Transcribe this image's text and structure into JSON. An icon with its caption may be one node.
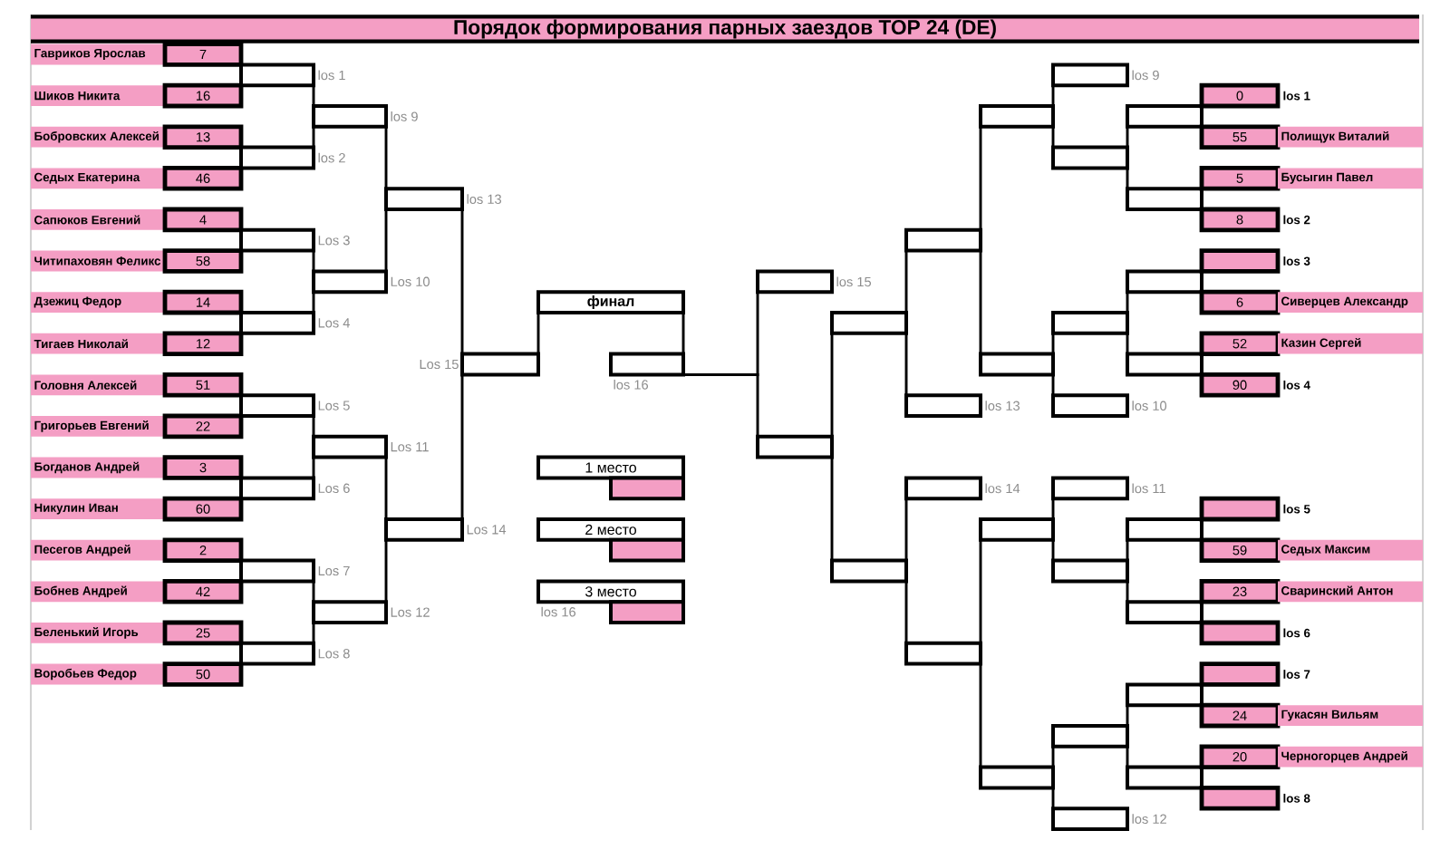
{
  "diagram": {
    "title": "Порядок формирования парных заездов TOP 24 (DE)",
    "nodes": [
      {
        "text": [
          "Гавриков Ярослав"
        ]
      },
      {
        "text": [
          "7"
        ]
      },
      {
        "text": [
          "Шиков Никита"
        ]
      },
      {
        "text": [
          "16"
        ]
      },
      {
        "text": [
          "Бобровских Алексей"
        ]
      },
      {
        "text": [
          "13"
        ]
      },
      {
        "text": [
          "Седых Екатерина"
        ]
      },
      {
        "text": [
          "46"
        ]
      },
      {
        "text": [
          "Сапюков Евгений"
        ]
      },
      {
        "text": [
          "4"
        ]
      },
      {
        "text": [
          "Читипаховян Феликс"
        ]
      },
      {
        "text": [
          "58"
        ]
      },
      {
        "text": [
          "Дзежиц Федор"
        ]
      },
      {
        "text": [
          "14"
        ]
      },
      {
        "text": [
          "Тигаев Николай"
        ]
      },
      {
        "text": [
          "12"
        ]
      },
      {
        "text": [
          "Головня Алексей"
        ]
      },
      {
        "text": [
          "51"
        ]
      },
      {
        "text": [
          "Григорьев Евгений"
        ]
      },
      {
        "text": [
          "22"
        ]
      },
      {
        "text": [
          "Богданов Андрей"
        ]
      },
      {
        "text": [
          "3"
        ]
      },
      {
        "text": [
          "Никулин Иван"
        ]
      },
      {
        "text": [
          "60"
        ]
      },
      {
        "text": [
          "Песегов Андрей"
        ]
      },
      {
        "text": [
          "2"
        ]
      },
      {
        "text": [
          "Бобнев Андрей"
        ]
      },
      {
        "text": [
          "42"
        ]
      },
      {
        "text": [
          "Беленький Игорь"
        ]
      },
      {
        "text": [
          "25"
        ]
      },
      {
        "text": [
          "Воробьев Федор"
        ]
      },
      {
        "text": [
          "50"
        ]
      },
      {
        "text": [],
        "shape": "box",
        "beside": [
          "los 1"
        ]
      },
      {
        "text": [],
        "shape": "box",
        "beside": [
          "los 2"
        ]
      },
      {
        "text": [],
        "shape": "box",
        "beside": [
          "Los 3"
        ]
      },
      {
        "text": [],
        "shape": "box",
        "beside": [
          "Los 4"
        ]
      },
      {
        "text": [],
        "shape": "box",
        "beside": [
          "Los 5"
        ]
      },
      {
        "text": [],
        "shape": "box",
        "beside": [
          "Los 6"
        ]
      },
      {
        "text": [],
        "shape": "box",
        "beside": [
          "Los 7"
        ]
      },
      {
        "text": [],
        "shape": "box",
        "beside": [
          "Los 8"
        ]
      },
      {
        "text": [],
        "shape": "box",
        "beside": [
          "los 9"
        ]
      },
      {
        "text": [],
        "shape": "box",
        "beside": [
          "Los 10"
        ]
      },
      {
        "text": [],
        "shape": "box",
        "beside": [
          "Los 11"
        ]
      },
      {
        "text": [],
        "shape": "box",
        "beside": [
          "Los 12"
        ]
      },
      {
        "text": [],
        "shape": "box",
        "beside": [
          "los 13"
        ]
      },
      {
        "text": [],
        "shape": "box",
        "beside": [
          "Los 14"
        ]
      },
      {
        "text": [],
        "shape": "box",
        "beside": [
          "Los 15"
        ]
      },
      {
        "text": [
          "финал"
        ]
      },
      {
        "text": [],
        "shape": "box",
        "beside": [
          "los 16"
        ]
      },
      {
        "text": [
          "1 место"
        ]
      },
      {
        "text": [],
        "shape": "box"
      },
      {
        "text": [
          "2 место"
        ]
      },
      {
        "text": [],
        "shape": "box"
      },
      {
        "text": [
          "3 место"
        ],
        "beside": [
          "los 16"
        ]
      },
      {
        "text": [],
        "shape": "box"
      },
      {
        "text": [],
        "shape": "box",
        "beside": [
          "los 15"
        ]
      },
      {
        "text": [],
        "shape": "box"
      },
      {
        "text": [],
        "shape": "box"
      },
      {
        "text": [],
        "shape": "box"
      },
      {
        "text": [],
        "shape": "box"
      },
      {
        "text": [],
        "shape": "box",
        "beside": [
          "los 13"
        ]
      },
      {
        "text": [],
        "shape": "box",
        "beside": [
          "los 14"
        ]
      },
      {
        "text": [],
        "shape": "box"
      },
      {
        "text": [],
        "shape": "box"
      },
      {
        "text": [],
        "shape": "box"
      },
      {
        "text": [],
        "shape": "box"
      },
      {
        "text": [],
        "shape": "box"
      },
      {
        "text": [],
        "shape": "box",
        "beside": [
          "los 9"
        ]
      },
      {
        "text": [],
        "shape": "box"
      },
      {
        "text": [],
        "shape": "box"
      },
      {
        "text": [],
        "shape": "box",
        "beside": [
          "los 10"
        ]
      },
      {
        "text": [],
        "shape": "box",
        "beside": [
          "los 11"
        ]
      },
      {
        "text": [],
        "shape": "box"
      },
      {
        "text": [],
        "shape": "box"
      },
      {
        "text": [],
        "shape": "box",
        "beside": [
          "los 12"
        ]
      },
      {
        "text": [],
        "shape": "box"
      },
      {
        "text": [],
        "shape": "box"
      },
      {
        "text": [],
        "shape": "box"
      },
      {
        "text": [],
        "shape": "box"
      },
      {
        "text": [],
        "shape": "box"
      },
      {
        "text": [],
        "shape": "box"
      },
      {
        "text": [],
        "shape": "box"
      },
      {
        "text": [],
        "shape": "box"
      },
      {
        "text": [
          "0"
        ],
        "beside": [
          "los 1"
        ]
      },
      {
        "text": [
          "55"
        ]
      },
      {
        "text": [
          "Полищук Виталий"
        ]
      },
      {
        "text": [
          "5"
        ]
      },
      {
        "text": [
          "Бусыгин Павел"
        ]
      },
      {
        "text": [
          "8"
        ],
        "beside": [
          "los 2"
        ]
      },
      {
        "text": [],
        "shape": "box",
        "beside": [
          "los 3"
        ]
      },
      {
        "text": [
          "6"
        ]
      },
      {
        "text": [
          "Сиверцев Александр"
        ]
      },
      {
        "text": [
          "52"
        ]
      },
      {
        "text": [
          "Казин Сергей"
        ]
      },
      {
        "text": [
          "90"
        ],
        "beside": [
          "los 4"
        ]
      },
      {
        "text": [],
        "shape": "box",
        "beside": [
          "los 5"
        ]
      },
      {
        "text": [
          "59"
        ]
      },
      {
        "text": [
          "Седых Максим"
        ]
      },
      {
        "text": [
          "23"
        ]
      },
      {
        "text": [
          "Сваринский Антон"
        ]
      },
      {
        "text": [],
        "shape": "box",
        "beside": [
          "los 6"
        ]
      },
      {
        "text": [],
        "shape": "box",
        "beside": [
          "los 7"
        ]
      },
      {
        "text": [
          "24"
        ]
      },
      {
        "text": [
          "Гукасян Вильям"
        ]
      },
      {
        "text": [
          "20"
        ]
      },
      {
        "text": [
          "Черногорцев Андрей"
        ]
      },
      {
        "text": [],
        "shape": "box",
        "beside": [
          "los 8"
        ]
      }
    ],
    "edges": [
      {
        "from": 32,
        "to": 40,
        "arrow": "none"
      },
      {
        "from": 33,
        "to": 40,
        "arrow": "none"
      },
      {
        "from": 34,
        "to": 41,
        "arrow": "none"
      },
      {
        "from": 35,
        "to": 41,
        "arrow": "none"
      },
      {
        "from": 36,
        "to": 42,
        "arrow": "none"
      },
      {
        "from": 37,
        "to": 42,
        "arrow": "none"
      },
      {
        "from": 38,
        "to": 43,
        "arrow": "none"
      },
      {
        "from": 39,
        "to": 43,
        "arrow": "none"
      },
      {
        "from": 40,
        "to": 44,
        "arrow": "none"
      },
      {
        "from": 41,
        "to": 44,
        "arrow": "none"
      },
      {
        "from": 42,
        "to": 45,
        "arrow": "none"
      },
      {
        "from": 43,
        "to": 45,
        "arrow": "none"
      },
      {
        "from": 44,
        "to": 46,
        "arrow": "none"
      },
      {
        "from": 45,
        "to": 46,
        "arrow": "none"
      },
      {
        "from": 46,
        "to": 47,
        "arrow": "none"
      },
      {
        "from": 75,
        "to": 68,
        "arrow": "none"
      },
      {
        "from": 76,
        "to": 68,
        "arrow": "none"
      },
      {
        "from": 77,
        "to": 69,
        "arrow": "none"
      },
      {
        "from": 78,
        "to": 69,
        "arrow": "none"
      },
      {
        "from": 79,
        "to": 72,
        "arrow": "none"
      },
      {
        "from": 80,
        "to": 72,
        "arrow": "none"
      },
      {
        "from": 81,
        "to": 73,
        "arrow": "none"
      },
      {
        "from": 82,
        "to": 73,
        "arrow": "none"
      },
      {
        "from": 67,
        "to": 63,
        "arrow": "none"
      },
      {
        "from": 68,
        "to": 63,
        "arrow": "none"
      },
      {
        "from": 69,
        "to": 64,
        "arrow": "none"
      },
      {
        "from": 70,
        "to": 64,
        "arrow": "none"
      },
      {
        "from": 71,
        "to": 65,
        "arrow": "none"
      },
      {
        "from": 72,
        "to": 65,
        "arrow": "none"
      },
      {
        "from": 73,
        "to": 66,
        "arrow": "none"
      },
      {
        "from": 74,
        "to": 66,
        "arrow": "none"
      },
      {
        "from": 63,
        "to": 59,
        "arrow": "none"
      },
      {
        "from": 64,
        "to": 59,
        "arrow": "none"
      },
      {
        "from": 65,
        "to": 62,
        "arrow": "none"
      },
      {
        "from": 66,
        "to": 62,
        "arrow": "none"
      },
      {
        "from": 59,
        "to": 57,
        "arrow": "none"
      },
      {
        "from": 60,
        "to": 57,
        "arrow": "none"
      },
      {
        "from": 61,
        "to": 58,
        "arrow": "none"
      },
      {
        "from": 62,
        "to": 58,
        "arrow": "none"
      },
      {
        "from": 57,
        "to": 56,
        "arrow": "none"
      },
      {
        "from": 58,
        "to": 56,
        "arrow": "none"
      },
      {
        "from": 55,
        "to": 48,
        "arrow": "none"
      },
      {
        "from": 56,
        "to": 48,
        "arrow": "none"
      },
      {
        "from": 48,
        "to": 47,
        "arrow": "none"
      }
    ]
  }
}
